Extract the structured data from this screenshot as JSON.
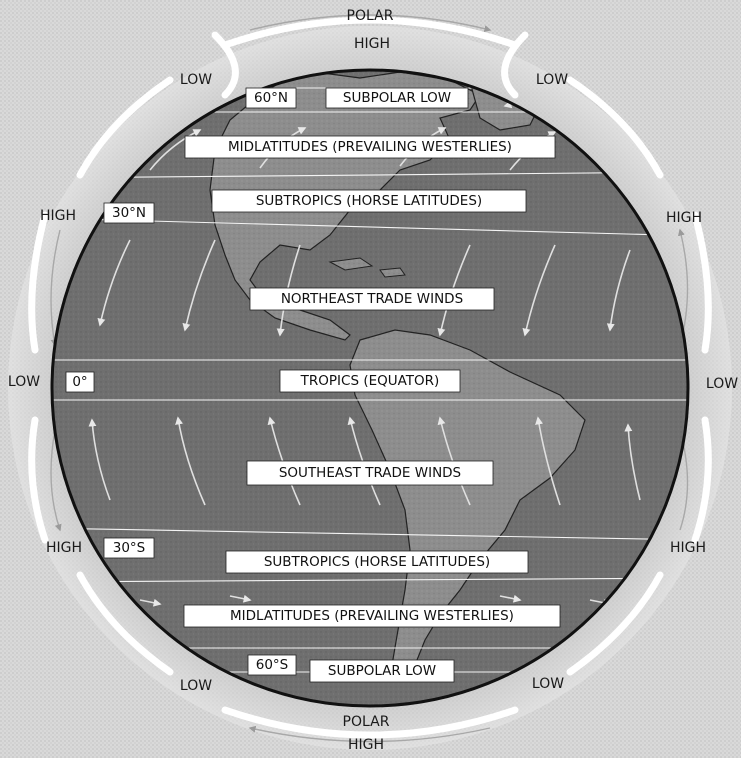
{
  "outer_labels": {
    "polar_high_top_1": "POLAR",
    "polar_high_top_2": "HIGH",
    "low_top_left": "LOW",
    "low_top_right": "LOW",
    "high_left_north": "HIGH",
    "high_right_north": "HIGH",
    "low_left_equator": "LOW",
    "low_right_equator": "LOW",
    "high_left_south": "HIGH",
    "high_right_south": "HIGH",
    "low_bottom_left": "LOW",
    "low_bottom_right": "LOW",
    "polar_high_bottom_1": "POLAR",
    "polar_high_bottom_2": "HIGH"
  },
  "latitude_labels": {
    "n60": "60°N",
    "n30": "30°N",
    "eq": "0°",
    "s30": "30°S",
    "s60": "60°S"
  },
  "band_labels": {
    "subpolar_low_n": "SUBPOLAR LOW",
    "midlatitudes_n": "MIDLATITUDES (PREVAILING WESTERLIES)",
    "subtropics_n": "SUBTROPICS (HORSE LATITUDES)",
    "ne_trades": "NORTHEAST TRADE WINDS",
    "tropics": "TROPICS (EQUATOR)",
    "se_trades": "SOUTHEAST TRADE WINDS",
    "subtropics_s": "SUBTROPICS (HORSE LATITUDES)",
    "midlatitudes_s": "MIDLATITUDES (PREVAILING WESTERLIES)",
    "subpolar_low_s": "SUBPOLAR LOW"
  },
  "colors": {
    "ocean": "#6e6e6e",
    "land": "#8a8a8a",
    "halo": "#c8c8c8",
    "outline": "#111111"
  }
}
